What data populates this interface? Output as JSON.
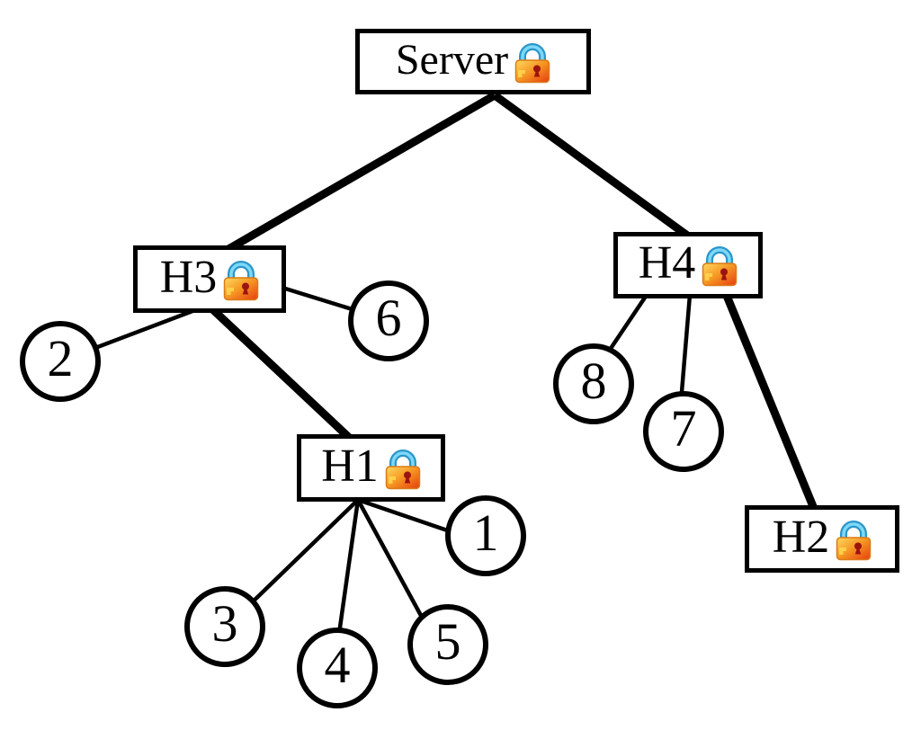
{
  "diagram": {
    "type": "tree-network",
    "nodes": {
      "server": {
        "label": "Server",
        "lock": true
      },
      "h1": {
        "label": "H1",
        "lock": true
      },
      "h2": {
        "label": "H2",
        "lock": true
      },
      "h3": {
        "label": "H3",
        "lock": true
      },
      "h4": {
        "label": "H4",
        "lock": true
      },
      "c1": {
        "label": "1"
      },
      "c2": {
        "label": "2"
      },
      "c3": {
        "label": "3"
      },
      "c4": {
        "label": "4"
      },
      "c5": {
        "label": "5"
      },
      "c6": {
        "label": "6"
      },
      "c7": {
        "label": "7"
      },
      "c8": {
        "label": "8"
      }
    },
    "edges": [
      {
        "from": "server",
        "to": "h3",
        "weight": "thick"
      },
      {
        "from": "server",
        "to": "h4",
        "weight": "thick"
      },
      {
        "from": "h3",
        "to": "c2",
        "weight": "thin"
      },
      {
        "from": "h3",
        "to": "c6",
        "weight": "thin"
      },
      {
        "from": "h3",
        "to": "h1",
        "weight": "thick"
      },
      {
        "from": "h1",
        "to": "c1",
        "weight": "thin"
      },
      {
        "from": "h1",
        "to": "c3",
        "weight": "thin"
      },
      {
        "from": "h1",
        "to": "c4",
        "weight": "thin"
      },
      {
        "from": "h1",
        "to": "c5",
        "weight": "thin"
      },
      {
        "from": "h4",
        "to": "c8",
        "weight": "thin"
      },
      {
        "from": "h4",
        "to": "c7",
        "weight": "thin"
      },
      {
        "from": "h4",
        "to": "h2",
        "weight": "thick"
      }
    ],
    "icons": {
      "lock": "lock-icon"
    },
    "colors": {
      "line": "#000000",
      "node_border": "#000000",
      "node_background": "#ffffff",
      "canvas_background": "#ffffff",
      "lock_shackle_outer": "#2b96c8",
      "lock_shackle_inner": "#7dd8f8",
      "lock_body_light": "#ffd95e",
      "lock_body_mid": "#f59422",
      "lock_body_dark": "#e83c10",
      "lock_keyhole": "#9b1410"
    }
  }
}
